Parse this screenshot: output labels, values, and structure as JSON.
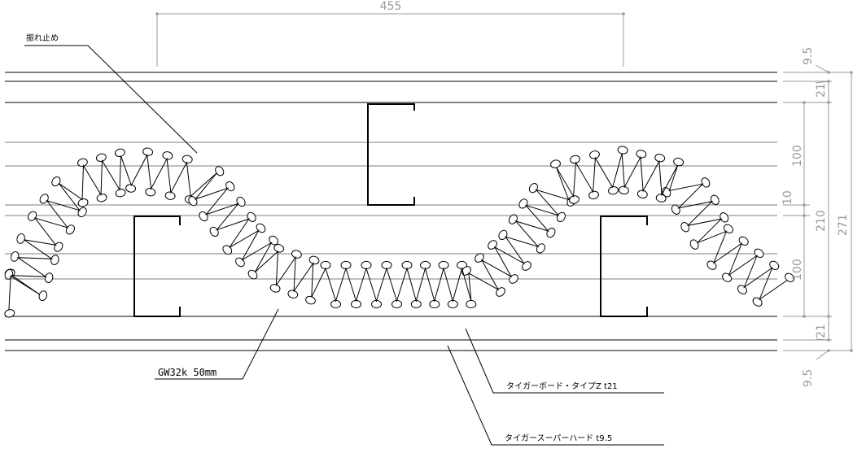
{
  "labels": {
    "sway_stop": "振れ止め",
    "glass_wool": "GW32k 50mm",
    "board_z": "タイガーボード・タイプZ t21",
    "super_hard": "タイガースーパーハード t9.5"
  },
  "dimensions": {
    "stud_spacing": "455",
    "outer_board": "9.5",
    "inner_board": "21",
    "stud_depth": "100",
    "stud_gap": "10",
    "core": "210",
    "total": "271"
  },
  "colors": {
    "line": "#000000",
    "dimension": "#9a9a9a"
  }
}
